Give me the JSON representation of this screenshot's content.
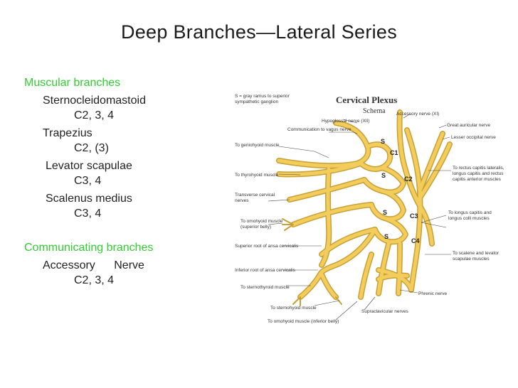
{
  "slide": {
    "title": "Deep Branches—Lateral Series"
  },
  "text": {
    "muscular_heading": "Muscular branches",
    "muscular_items": [
      {
        "name": "Sternocleidomastoid",
        "value": "C2, 3, 4"
      },
      {
        "name": "Trapezius",
        "value": "C2, (3)"
      },
      {
        "name": "Levator scapulae",
        "value": "C3, 4"
      },
      {
        "name": "Scalenus medius",
        "value": "C3, 4"
      }
    ],
    "communicating_heading": "Communicating branches",
    "communicating_items": [
      {
        "name": "Accessory Nerve",
        "value": "C2, 3, 4"
      }
    ]
  },
  "figure": {
    "title": "Cervical Plexus",
    "subtitle": "Schema",
    "legend": [
      "S = gray ramus to superior",
      "sympathetic ganglion"
    ],
    "segments": [
      "C1",
      "C2",
      "C3",
      "C4"
    ],
    "s_marks": [
      "S",
      "S",
      "S",
      "S"
    ],
    "labels": {
      "hypoglossal": "Hypoglossal nerve (XII)",
      "accessory": "Accessory nerve (XI)",
      "vagus": "Communication to vagus nerve",
      "geniohyoid": "To geniohyoid muscle",
      "great_auricular": "Great auricular nerve",
      "lesser_occipital": "Lesser occipital nerve",
      "thyrohyoid": "To thyrohyoid muscle",
      "rectus_1": "To rectus capitis lateralis,",
      "rectus_2": "longus capitis and rectus",
      "rectus_3": "capitis anterior muscles",
      "transverse_1": "Transverse cervical",
      "transverse_2": "nerves",
      "omohyoid_sup_1": "To omohyoid muscle",
      "omohyoid_sup_2": "(superior belly)",
      "longus_1": "To longus capitis and",
      "longus_2": "longus colli muscles",
      "superior_root": "Superior root of ansa cervicalis",
      "scalene_1": "To scalene and levator",
      "scalene_2": "scapulae muscles",
      "inferior_root": "Inferior root of ansa cervicalis",
      "sternothyroid": "To sternothyroid muscle",
      "phrenic": "Phrenic nerve",
      "sternohyoid": "To sternohyoid muscle",
      "supraclavicular": "Supraclavicular nerves",
      "omohyoid_inf": "To omohyoid muscle (inferior belly)"
    }
  }
}
